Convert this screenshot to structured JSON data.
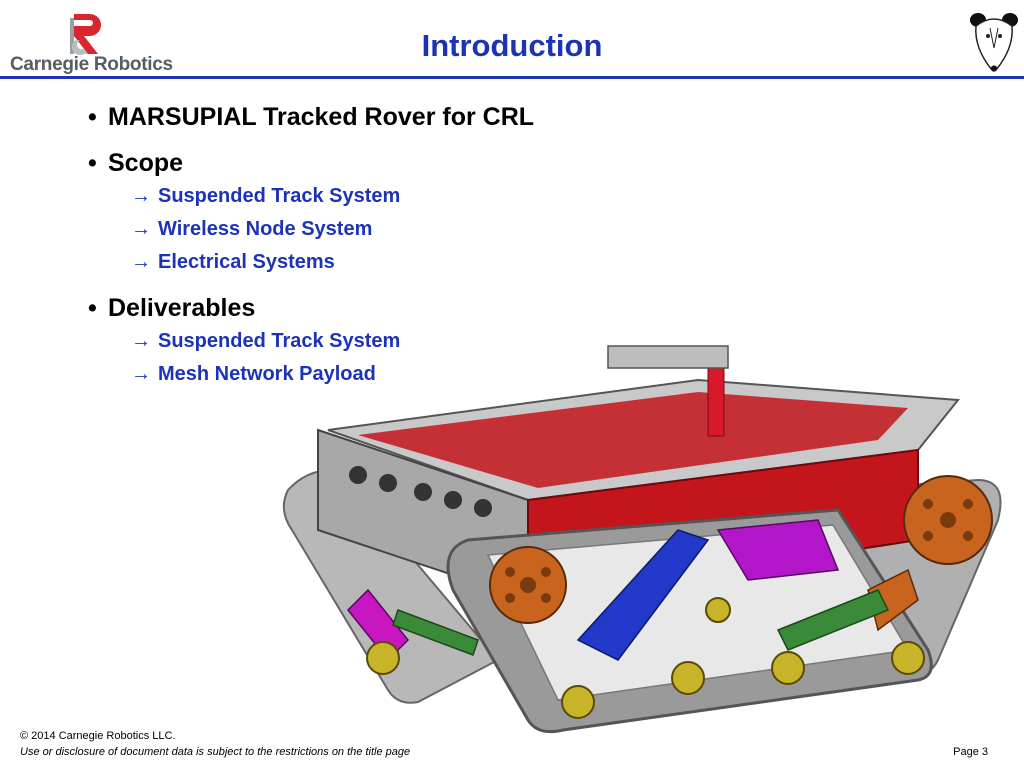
{
  "header": {
    "logo_text": "Carnegie Robotics",
    "title": "Introduction"
  },
  "content": {
    "bullets": [
      {
        "text": "MARSUPIAL Tracked Rover for CRL",
        "subitems": []
      },
      {
        "text": "Scope",
        "subitems": [
          "Suspended Track System",
          "Wireless Node System",
          "Electrical Systems"
        ]
      },
      {
        "text": "Deliverables",
        "subitems": [
          "Suspended Track System",
          "Mesh Network Payload"
        ]
      }
    ],
    "bullet_glyph": "•",
    "sub_glyph": "→"
  },
  "image": {
    "icon": "tracked-rover-cad-render"
  },
  "footer": {
    "copyright": "2014 Carnegie Robotics LLC.",
    "copyright_symbol": "©",
    "notice": "Use or disclosure of document data is subject to the restrictions on the title page",
    "page": "Page 3"
  },
  "colors": {
    "title_blue": "#1c33b8",
    "logo_red": "#d8262e",
    "logo_gray": "#555d66",
    "chassis_red": "#c4151c",
    "track_gray": "#9a9a9a",
    "wheel_orange": "#c8641e",
    "roller_yellow": "#c8b428"
  }
}
